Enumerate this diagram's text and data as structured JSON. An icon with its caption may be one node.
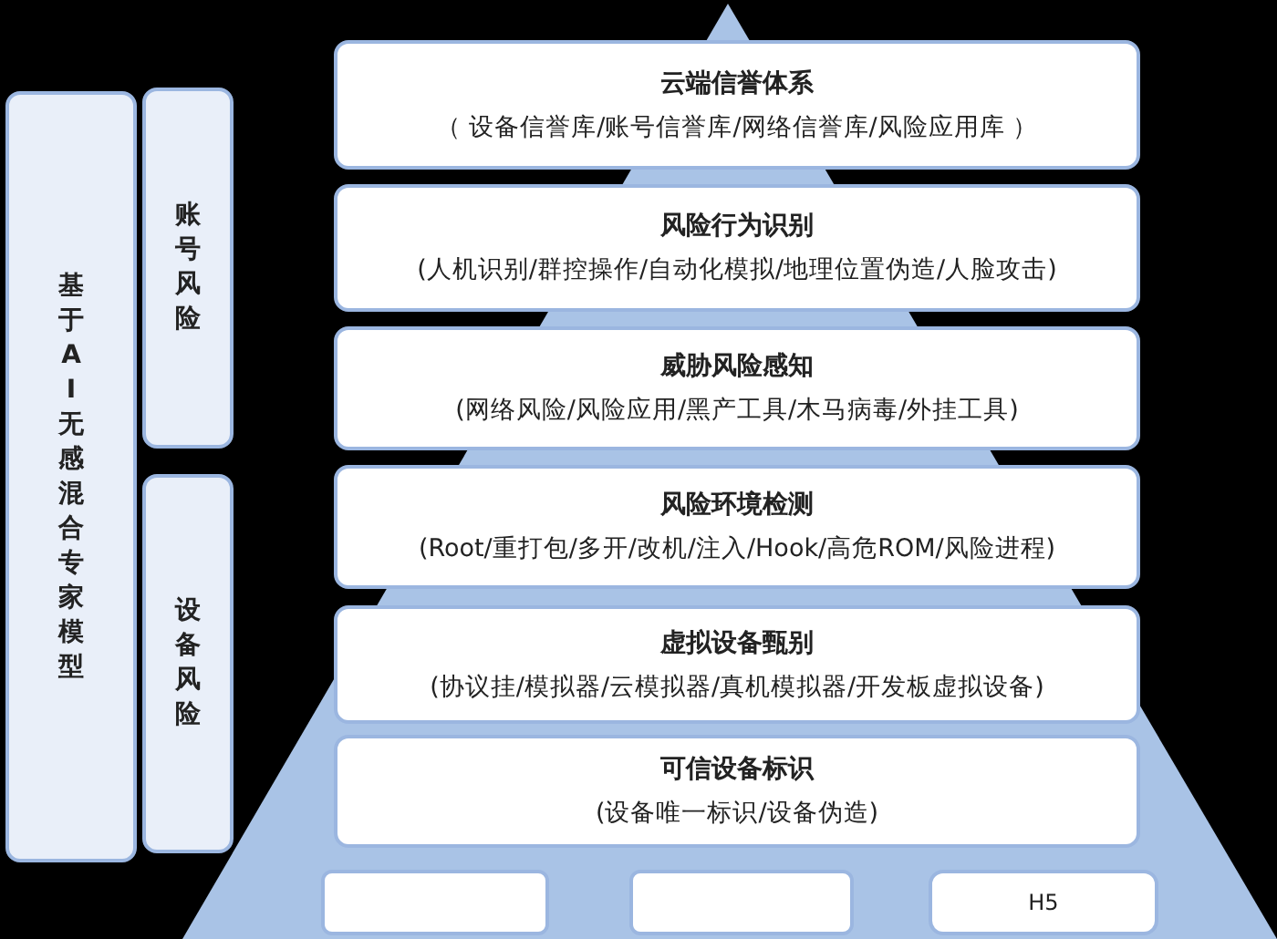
{
  "diagram": {
    "nodes": [
      {
        "text": [
          "基于AI无感混合专家模型"
        ]
      },
      {
        "text": [
          "账号风险"
        ]
      },
      {
        "text": [
          "设备风险"
        ]
      },
      {
        "text": [
          "云端信誉体系",
          "（ 设备信誉库/账号信誉库/网络信誉库/风险应用库 ）"
        ]
      },
      {
        "text": [
          "风险行为识别",
          "(人机识别/群控操作/自动化模拟/地理位置伪造/人脸攻击)"
        ]
      },
      {
        "text": [
          "威胁风险感知",
          "(网络风险/风险应用/黑产工具/木马病毒/外挂工具)"
        ]
      },
      {
        "text": [
          "风险环境检测",
          "(Root/重打包/多开/改机/注入/Hook/高危ROM/风险进程)"
        ]
      },
      {
        "text": [
          "虚拟设备甄别",
          "(协议挂/模拟器/云模拟器/真机模拟器/开发板虚拟设备)"
        ]
      },
      {
        "text": [
          "可信设备标识",
          "(设备唯一标识/设备伪造)"
        ]
      },
      {
        "text": [],
        "shape": "box"
      },
      {
        "text": [],
        "shape": "box"
      },
      {
        "text": [
          "H5"
        ]
      }
    ]
  }
}
